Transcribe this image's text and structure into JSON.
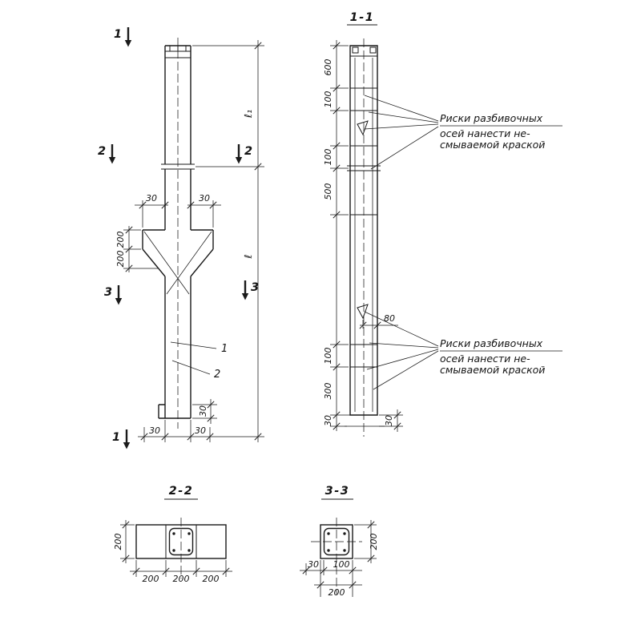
{
  "colors": {
    "ink": "#1a1a1a",
    "paper": "#ffffff"
  },
  "titles": {
    "section11": "1-1",
    "section22": "2-2",
    "section33": "3-3"
  },
  "cut_marks": {
    "one_top": "1",
    "one_bottom": "1",
    "two_left": "2",
    "two_right": "2",
    "three_left": "3",
    "three_right": "3"
  },
  "elevation": {
    "dim_corbel_left": "30",
    "dim_corbel_right": "30",
    "dim_corbel_upper": "200",
    "dim_corbel_lower": "200",
    "dim_length_upper": "ℓ₁",
    "dim_length_total": "ℓ",
    "dim_foot_left": "30",
    "dim_foot_right": "30",
    "dim_foot_side": "30",
    "part_label_1": "1",
    "part_label_2": "2"
  },
  "section11": {
    "dims": {
      "d600": "600",
      "d100_top": "100",
      "d100_mid": "100",
      "d500": "500",
      "d100_low": "100",
      "d300": "300",
      "d30_chain": "30",
      "d30_right": "30",
      "d80": "80"
    },
    "note_top": {
      "line1": "Риски разбивочных",
      "line2": "осей нанести не-",
      "line3": "смываемой краской"
    },
    "note_bottom": {
      "line1": "Риски разбивочных",
      "line2": "осей нанести не-",
      "line3": "смываемой краской"
    }
  },
  "section22": {
    "dim_w1": "200",
    "dim_w2": "200",
    "dim_w3": "200",
    "dim_h": "200"
  },
  "section33": {
    "dim_offset": "30",
    "dim_spacing": "100",
    "dim_w": "200",
    "dim_h": "200"
  }
}
